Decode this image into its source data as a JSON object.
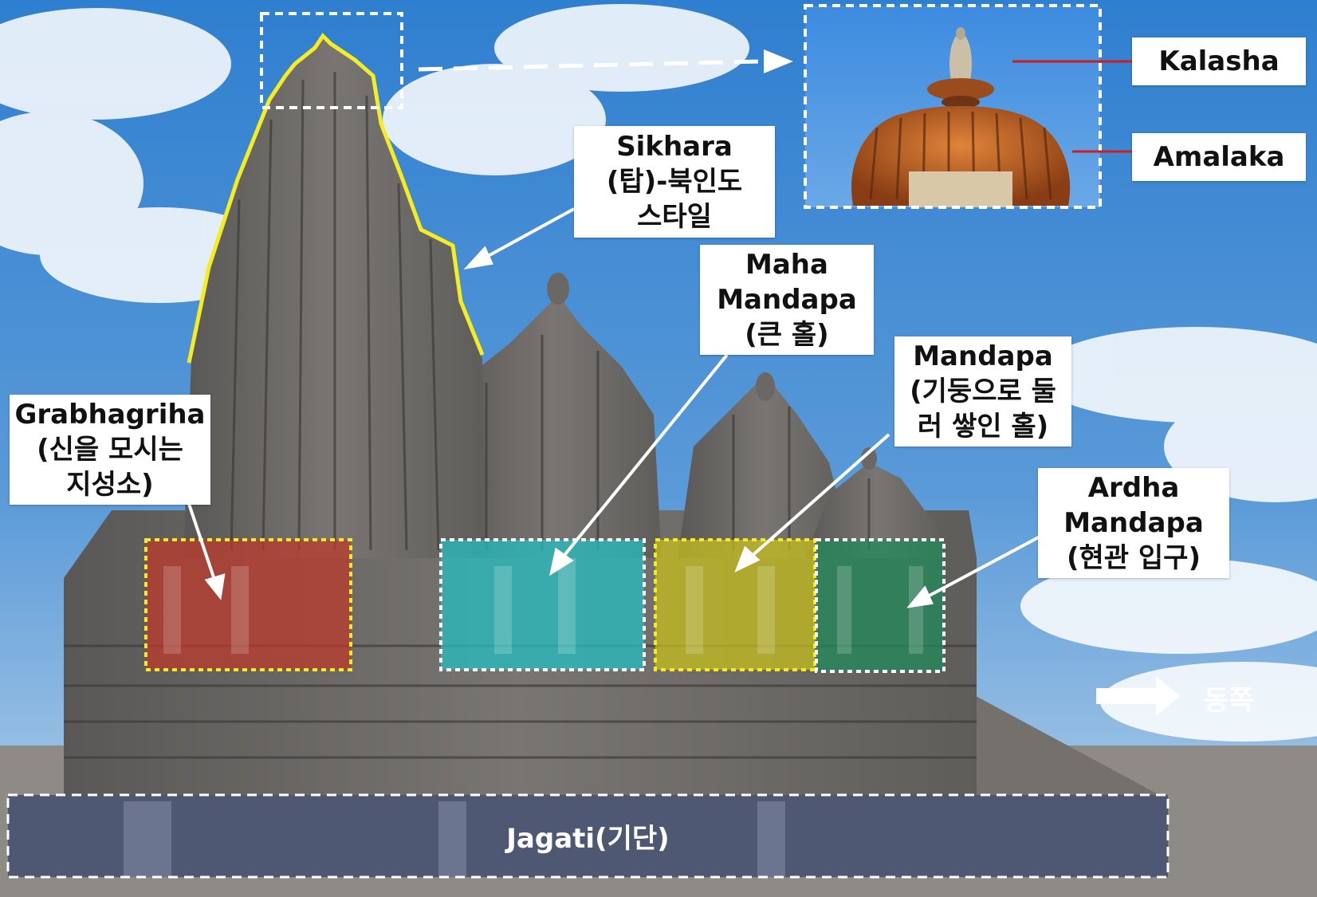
{
  "labels": {
    "sikhara": [
      "Sikhara",
      "(탑)-북인도",
      "스타일"
    ],
    "maha_mandapa": [
      "Maha",
      "Mandapa",
      "(큰 홀)"
    ],
    "mandapa": [
      "Mandapa",
      "(기둥으로 둘",
      "러 쌓인 홀)"
    ],
    "ardha_mandapa": [
      "Ardha",
      "Mandapa",
      "(현관 입구)"
    ],
    "grabhagriha": [
      "Grabhagriha",
      "(신을 모시는",
      "지성소)"
    ],
    "kalasha": "Kalasha",
    "amalaka": "Amalaka",
    "jagati": "Jagati(기단)",
    "east": "동쪽"
  },
  "colors": {
    "sky_top": "#2f7fd0",
    "sky_bottom": "#b8d2ea",
    "stone": "#6e6c69",
    "stone_dark": "#4f4d4b",
    "plinth": "#4f5872",
    "grabhagriha_fill": "#c0392b",
    "maha_mandapa_fill": "#22c1c3",
    "mandapa_fill": "#c9c21a",
    "ardha_mandapa_fill": "#1f8a5a",
    "sikhara_outline": "#f5ec22",
    "dotted_yellow": "#f5ec22",
    "dotted_white": "#ffffff",
    "leader_red": "#d01c1c"
  },
  "icons": {
    "east_arrow": "arrow-right-icon"
  }
}
